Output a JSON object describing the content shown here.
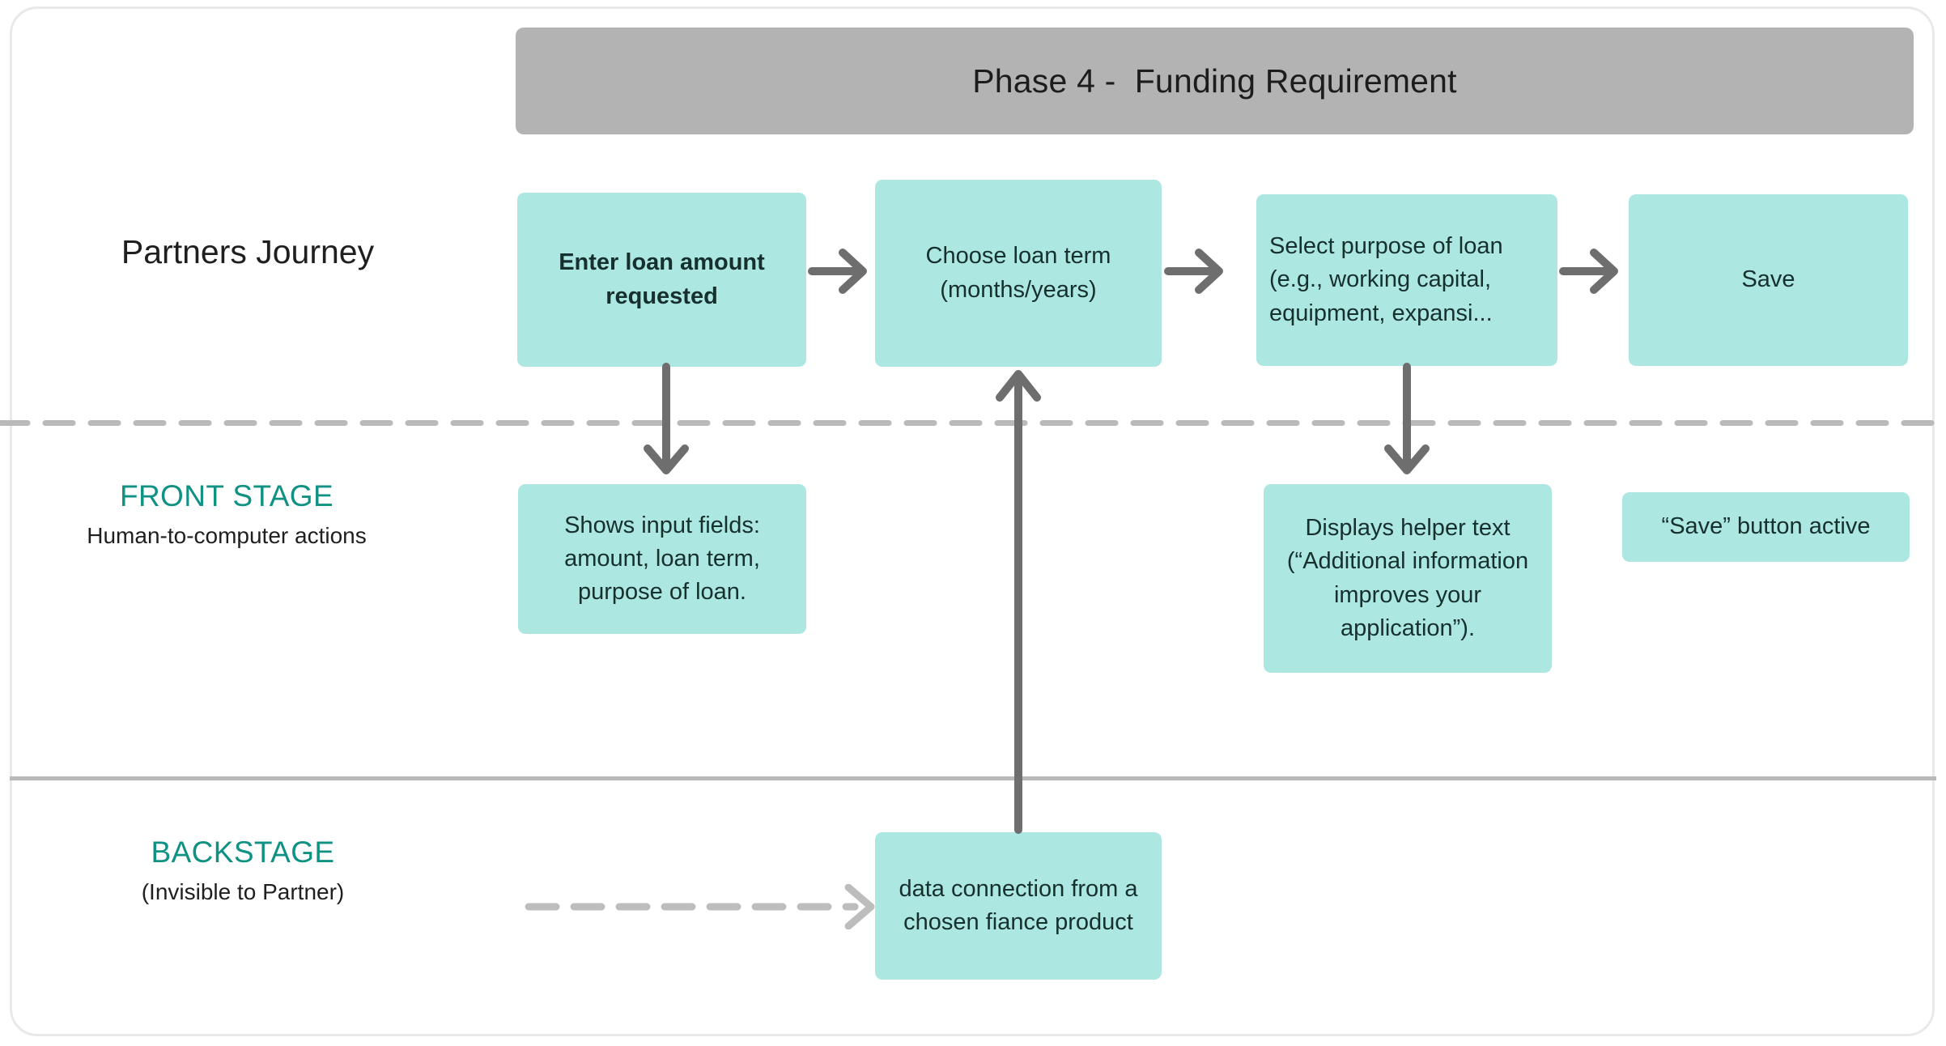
{
  "board": {
    "title": "Phase 4 -  Funding Requirement",
    "type": "service-blueprint"
  },
  "colors": {
    "card_fill": "#ade7e1",
    "card_text": "#16302e",
    "header_fill": "#b3b3b3",
    "accent_teal": "#0f9184",
    "arrow_gray": "#6e6e6e",
    "dashed_gray": "#b9b9b9",
    "frame_border": "#e9e9e9"
  },
  "lanes": [
    {
      "id": "partners-journey",
      "title": "Partners Journey",
      "subtitle": ""
    },
    {
      "id": "front-stage",
      "title": "FRONT STAGE",
      "subtitle": "Human-to-computer actions"
    },
    {
      "id": "backstage",
      "title": "BACKSTAGE",
      "subtitle": "(Invisible to Partner)"
    }
  ],
  "journey_steps": [
    {
      "id": "step-1",
      "label": "Enter loan amount requested",
      "emphasis": "bold",
      "align": "center"
    },
    {
      "id": "step-2",
      "label": "Choose loan term (months/years)",
      "emphasis": "normal",
      "align": "center"
    },
    {
      "id": "step-3",
      "label": "Select purpose of loan (e.g., working capital, equipment, expansi...",
      "emphasis": "normal",
      "align": "left"
    },
    {
      "id": "step-4",
      "label": "Save",
      "emphasis": "normal",
      "align": "center"
    }
  ],
  "front_stage_items": [
    {
      "id": "front-1",
      "label": "Shows input fields: amount, loan term, purpose of loan."
    },
    {
      "id": "front-2",
      "label": "Displays helper text (“Additional information improves your application”)."
    },
    {
      "id": "front-3",
      "label": "“Save” button active"
    }
  ],
  "backstage_items": [
    {
      "id": "back-1",
      "label": "data connection from a chosen fiance product"
    }
  ],
  "connectors": [
    {
      "id": "c-step1-step2",
      "kind": "arrow-right",
      "style": "solid"
    },
    {
      "id": "c-step2-step3",
      "kind": "arrow-right",
      "style": "solid"
    },
    {
      "id": "c-step3-step4",
      "kind": "arrow-right",
      "style": "solid"
    },
    {
      "id": "c-step1-front1",
      "kind": "arrow-down",
      "style": "solid"
    },
    {
      "id": "c-step3-front2",
      "kind": "arrow-down",
      "style": "solid"
    },
    {
      "id": "c-back1-step2",
      "kind": "arrow-up",
      "style": "solid"
    },
    {
      "id": "c-into-back1",
      "kind": "arrow-right",
      "style": "dashed"
    }
  ],
  "dividers": [
    {
      "id": "line-of-interaction",
      "style": "dashed"
    },
    {
      "id": "line-of-visibility",
      "style": "solid"
    }
  ]
}
